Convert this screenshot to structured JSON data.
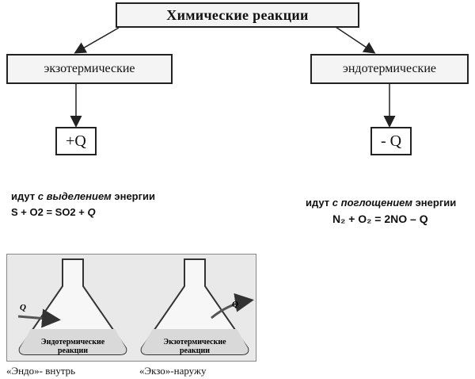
{
  "title": "Химические реакции",
  "left": {
    "category": "экзотермические",
    "q": "+Q",
    "description_prefix": "идут ",
    "description_emph": "с выделением",
    "description_suffix": " энергии",
    "equation_main": "S + O2 = SO2 + ",
    "equation_q": "Q"
  },
  "right": {
    "category": "эндотермические",
    "q": "- Q",
    "description_prefix": "идут ",
    "description_emph": "с поглощением",
    "description_suffix": " энергии",
    "equation": "N₂ + O₂ = 2NO – Q"
  },
  "illustration": {
    "flask_left_label_line1": "Эндотермические",
    "flask_left_label_line2": "реакции",
    "flask_right_label_line1": "Экзотермические",
    "flask_right_label_line2": "реакции",
    "q_symbol": "Q"
  },
  "captions": {
    "endo": "«Эндо»- внутрь",
    "exo": "«Экзо»-наружу"
  }
}
